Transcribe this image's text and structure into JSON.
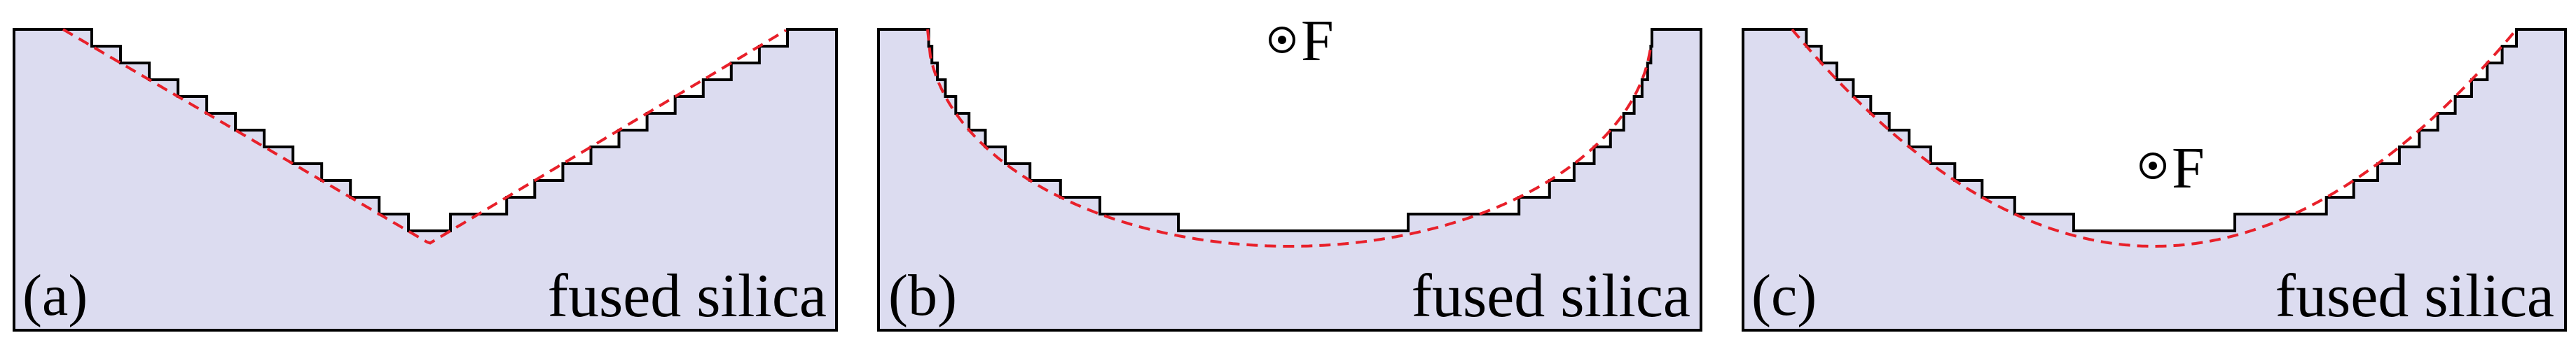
{
  "colors": {
    "substrate_fill": "#dcdcf0",
    "outline": "#000000",
    "target_profile": "#e8202a",
    "background": "#ffffff"
  },
  "focal_marker": {
    "icon": "circled-dot-icon",
    "label": "F"
  },
  "panels": [
    {
      "id": "a",
      "tag": "(a)",
      "material": "fused silica",
      "profile": "v-groove",
      "has_focus": false,
      "step_levels": 12
    },
    {
      "id": "b",
      "tag": "(b)",
      "material": "fused silica",
      "profile": "curved-upward",
      "has_focus": true,
      "step_levels": 12
    },
    {
      "id": "c",
      "tag": "(c)",
      "material": "fused silica",
      "profile": "curved-downward",
      "has_focus": true,
      "step_levels": 12
    }
  ]
}
